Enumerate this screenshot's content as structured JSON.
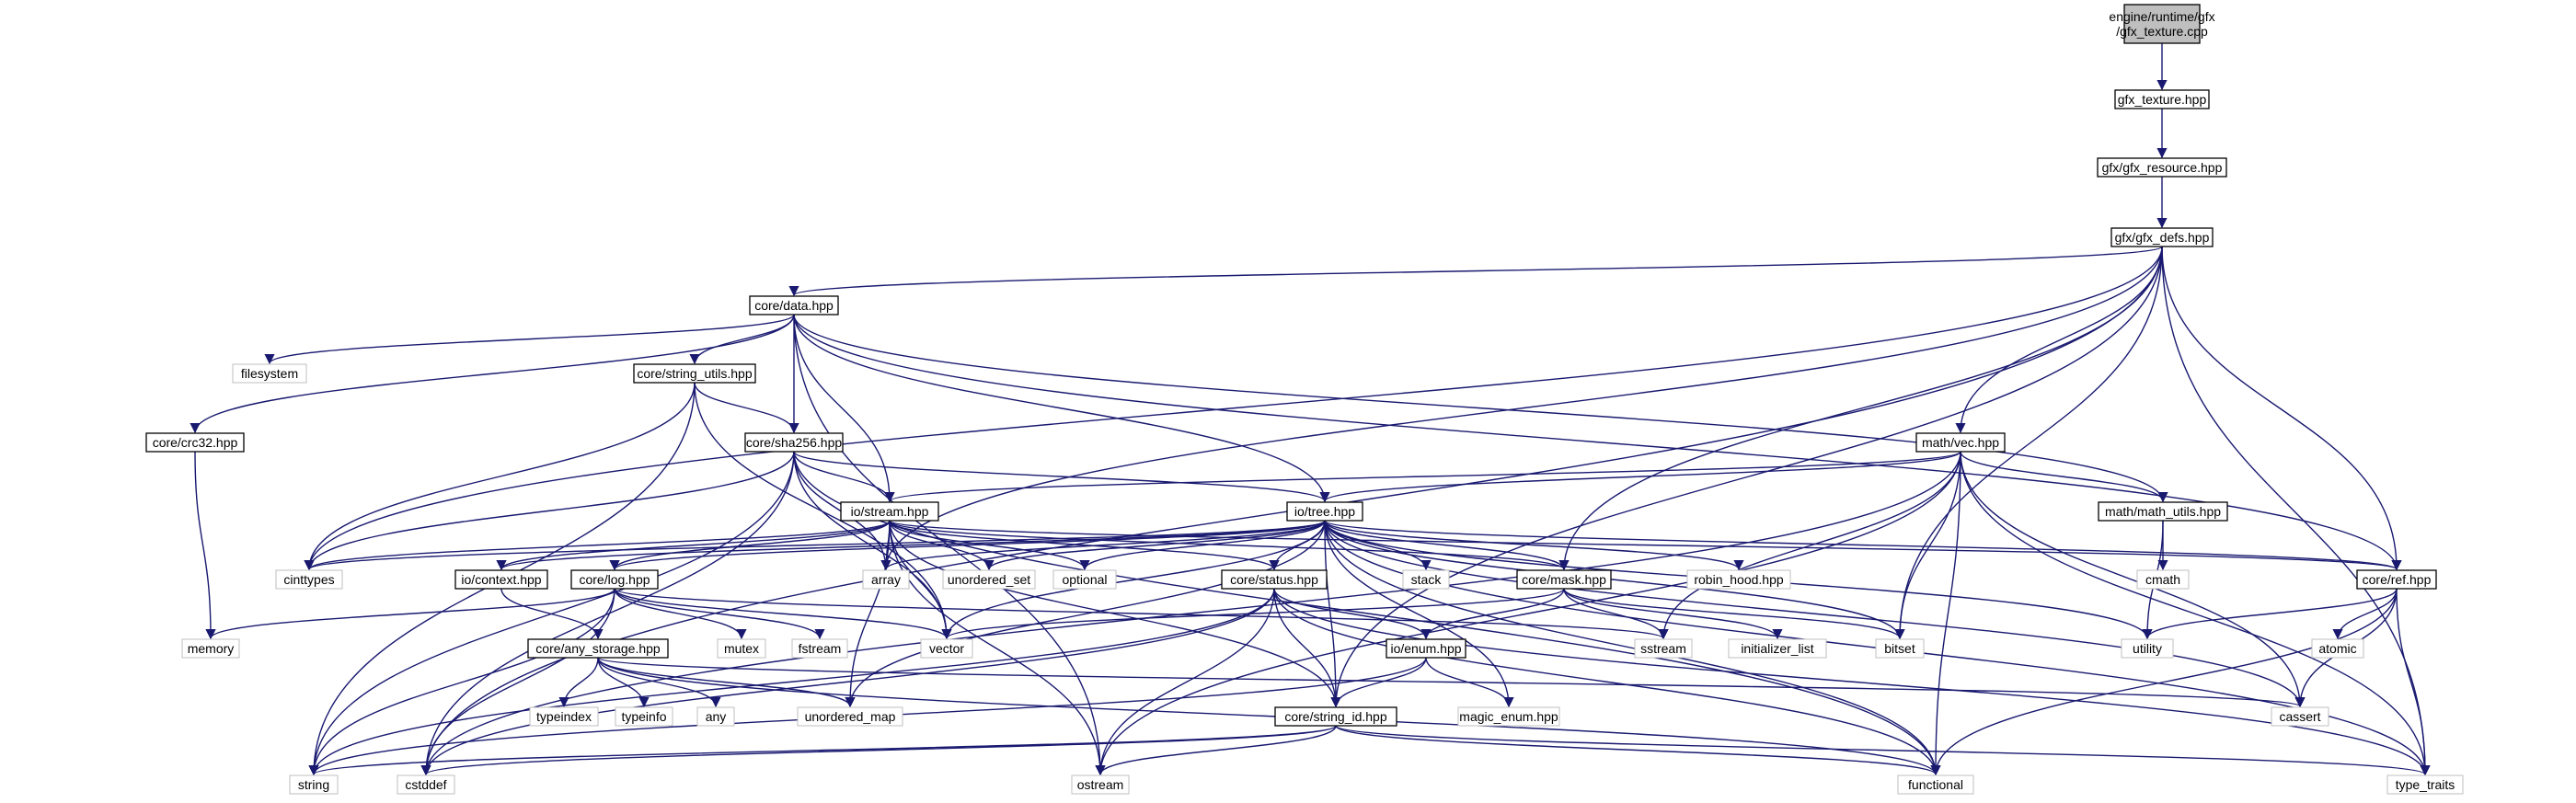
{
  "graph": {
    "colors": {
      "edge": "#191970",
      "root_fill": "#bfbfbf",
      "node_stroke": "#000000",
      "external_stroke": "#bfbfbf",
      "text": "#000000"
    },
    "nodes": {
      "root": "engine/runtime/gfx\n/gfx_texture.cpp",
      "gfx_texture": "gfx_texture.hpp",
      "gfx_resource": "gfx/gfx_resource.hpp",
      "gfx_defs": "gfx/gfx_defs.hpp",
      "core_data": "core/data.hpp",
      "filesystem": "filesystem",
      "string_utils": "core/string_utils.hpp",
      "crc32": "core/crc32.hpp",
      "sha256": "core/sha256.hpp",
      "math_vec": "math/vec.hpp",
      "io_stream": "io/stream.hpp",
      "io_tree": "io/tree.hpp",
      "math_utils": "math/math_utils.hpp",
      "cinttypes": "cinttypes",
      "array": "array",
      "unordered_set": "unordered_set",
      "optional": "optional",
      "stack": "stack",
      "robin_hood": "robin_hood.hpp",
      "cmath": "cmath",
      "io_context": "io/context.hpp",
      "core_log": "core/log.hpp",
      "core_status": "core/status.hpp",
      "core_mask": "core/mask.hpp",
      "core_ref": "core/ref.hpp",
      "memory": "memory",
      "mutex": "mutex",
      "fstream": "fstream",
      "vector": "vector",
      "io_enum": "io/enum.hpp",
      "sstream": "sstream",
      "initializer_list": "initializer_list",
      "bitset": "bitset",
      "utility": "utility",
      "atomic": "atomic",
      "any_storage": "core/any_storage.hpp",
      "typeindex": "typeindex",
      "typeinfo": "typeinfo",
      "any": "any",
      "unordered_map": "unordered_map",
      "magic_enum": "magic_enum.hpp",
      "cassert": "cassert",
      "string_id": "core/string_id.hpp",
      "string": "string",
      "cstddef": "cstddef",
      "ostream": "ostream",
      "functional": "functional",
      "type_traits": "type_traits"
    }
  }
}
